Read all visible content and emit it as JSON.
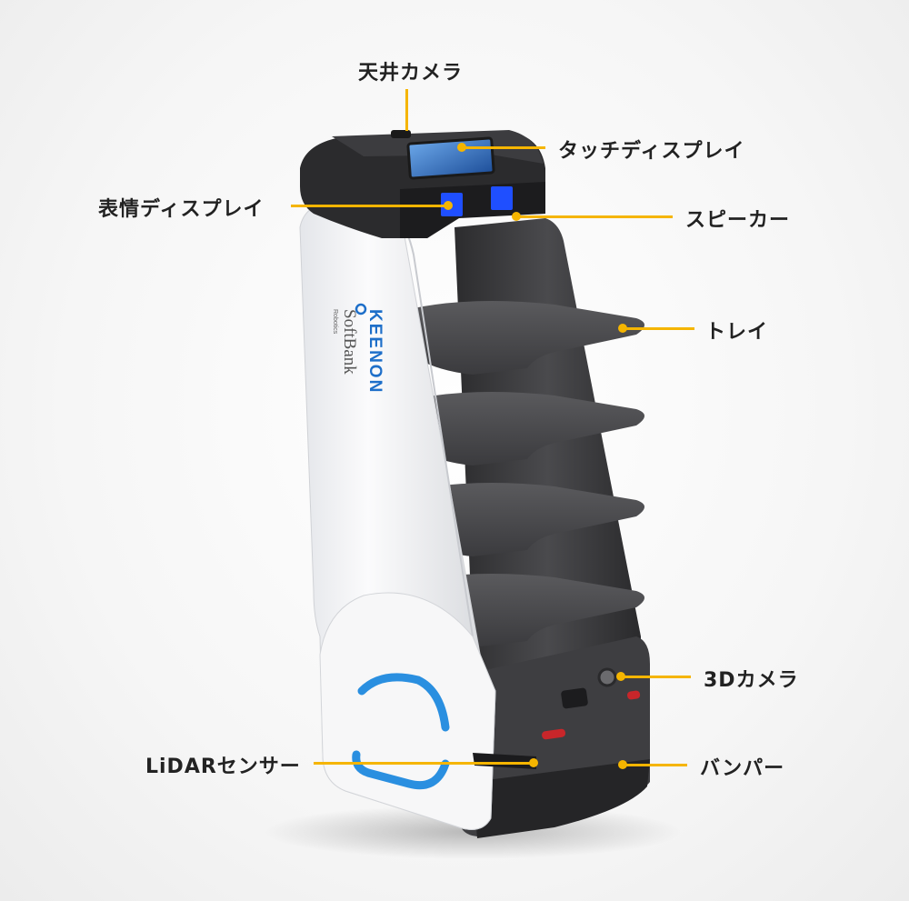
{
  "labels": {
    "ceiling_camera": "天井カメラ",
    "touch_display": "タッチディスプレイ",
    "expression_display": "表情ディスプレイ",
    "speaker": "スピーカー",
    "tray": "トレイ",
    "camera_3d": "3Dカメラ",
    "lidar_sensor": "LiDARセンサー",
    "bumper": "バンパー"
  },
  "brand": {
    "keenon": "KEENON",
    "softbank": "SoftBank",
    "softbank_sub": "Robotics"
  },
  "colors": {
    "callout": "#f5b500",
    "robot_white": "#f4f5f7",
    "robot_dark": "#3a3a3c",
    "accent_blue": "#2a8fe0",
    "eye_blue": "#1f4fff"
  }
}
